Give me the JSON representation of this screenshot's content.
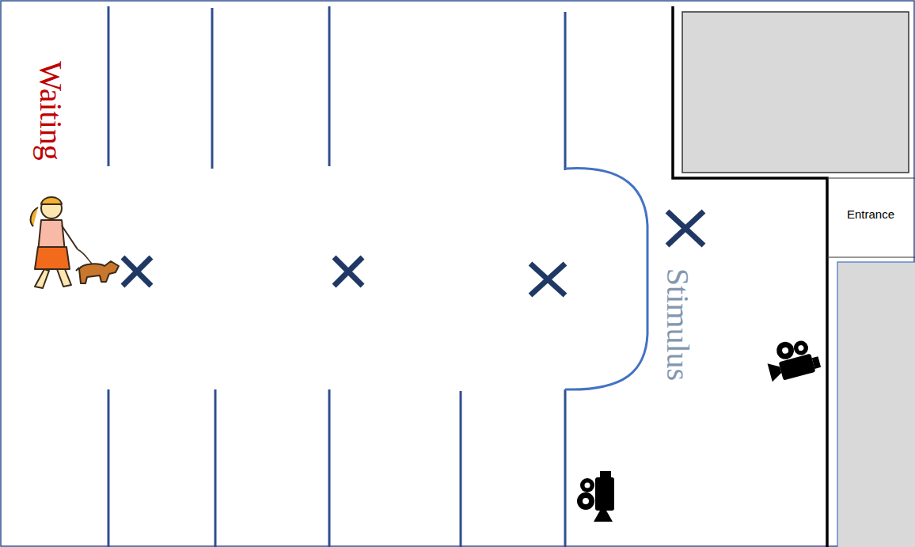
{
  "diagram": {
    "labels": [
      "Waiting",
      "Stimulus",
      "Entrance"
    ]
  }
}
